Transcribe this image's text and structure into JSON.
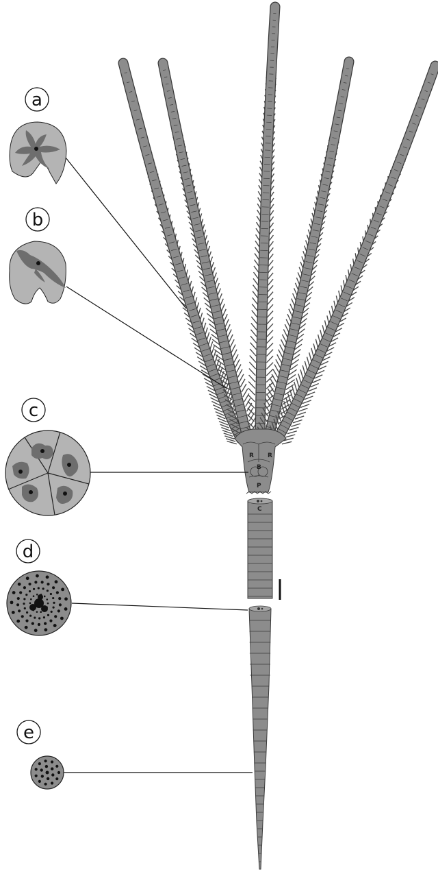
{
  "figure": {
    "panel_labels": [
      "a",
      "b",
      "c",
      "d",
      "e"
    ],
    "calyx_plate_labels": {
      "radial": "R",
      "basal": "B",
      "proximal": "P",
      "column": "C"
    },
    "colors": {
      "body": "#8c8c8c",
      "outline": "#3a3a3a",
      "section_fill": "#b4b4b4",
      "section_dark": "#6e6e6e",
      "dot": "#111111",
      "leader": "#111111"
    },
    "section_icons": [
      "arm-cross-section",
      "arm-cross-section",
      "cup-cross-section",
      "stem-cross-section",
      "stem-cross-section"
    ]
  }
}
